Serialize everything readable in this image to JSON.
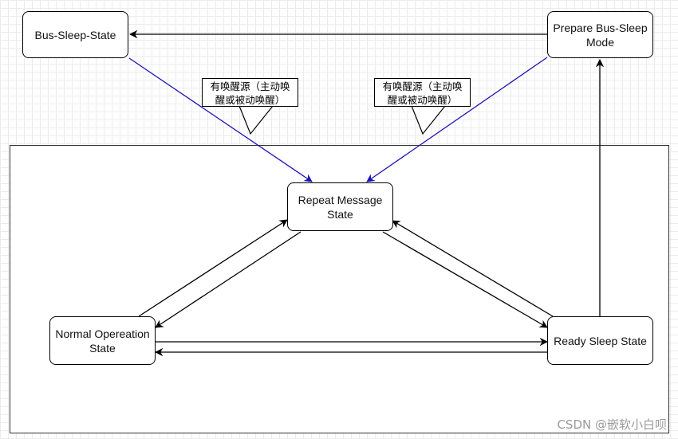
{
  "states": {
    "bus_sleep": "Bus-Sleep-State",
    "prepare_bus_sleep": "Prepare Bus-Sleep\nMode",
    "repeat_message": "Repeat Message\nState",
    "normal_operation": "Normal Opereation\nState",
    "ready_sleep": "Ready Sleep State"
  },
  "notes": {
    "left": "有唤醒源（主动唤\n醒或被动唤醒）",
    "right": "有唤醒源（主动唤\n醒或被动唤醒）"
  },
  "colors": {
    "wake_arrow": "#1b14b4",
    "line": "#000000"
  },
  "watermark": "CSDN @嵌软小白呗"
}
